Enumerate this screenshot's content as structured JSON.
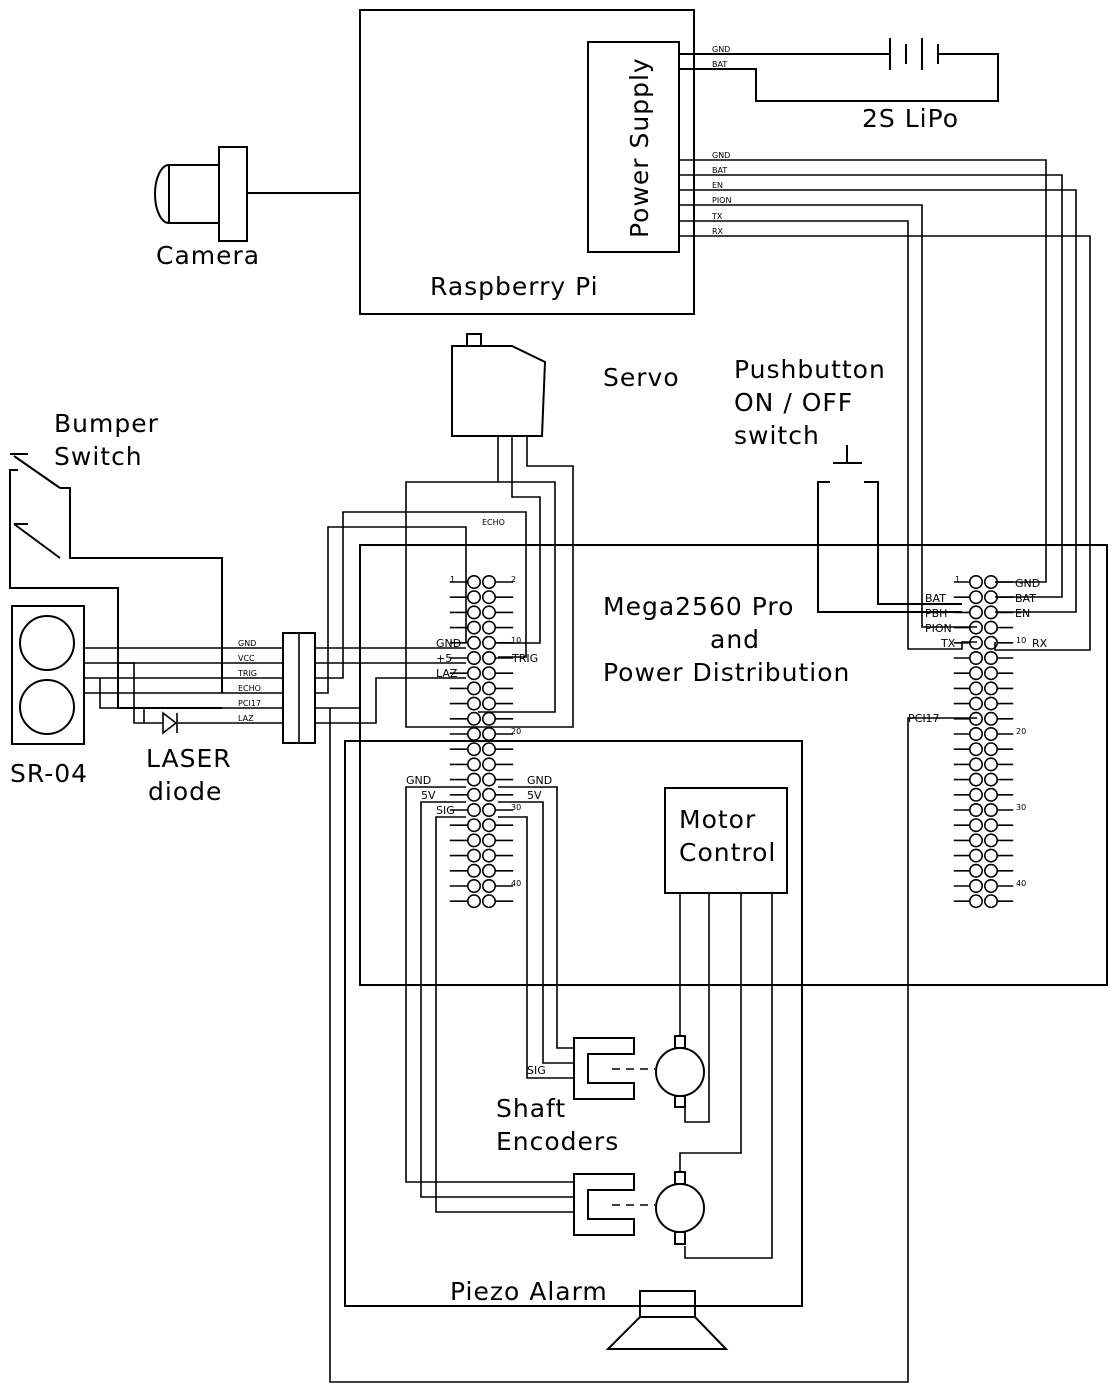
{
  "labels": {
    "raspberry_pi": "Raspberry Pi",
    "power_supply": "Power Supply",
    "battery": "2S LiPo",
    "camera": "Camera",
    "servo": "Servo",
    "pushbutton": [
      "Pushbutton",
      "ON / OFF",
      "switch"
    ],
    "bumper": [
      "Bumper",
      "Switch"
    ],
    "sonar": "SR-04",
    "laser": [
      "LASER",
      "diode"
    ],
    "mega": [
      "Mega2560 Pro",
      "and",
      "Power Distribution"
    ],
    "motor_control": [
      "Motor",
      "Control"
    ],
    "encoders": [
      "Shaft",
      "Encoders"
    ],
    "piezo": "Piezo Alarm"
  },
  "ps_battery_pins": [
    "GND",
    "BAT"
  ],
  "ps_pins": [
    "GND",
    "BAT",
    "EN",
    "PION",
    "TX",
    "RX"
  ],
  "sonar_connector_pins": [
    "GND",
    "VCC",
    "TRIG",
    "ECHO",
    "PCI17",
    "LAZ"
  ],
  "left_header": {
    "numbers": [
      "1",
      "2",
      "10",
      "20",
      "30",
      "40"
    ],
    "pins_left": [
      "GND",
      "+5",
      "LAZ"
    ],
    "pin_right": "TRIG",
    "echo": "ECHO",
    "encoder_left": [
      "GND",
      "5V",
      "SIG"
    ],
    "encoder_right": [
      "GND",
      "5V"
    ]
  },
  "right_header": {
    "numbers": [
      "1",
      "10",
      "20",
      "30",
      "40"
    ],
    "pins_left": [
      "BAT",
      "PBH",
      "PION",
      "TX"
    ],
    "pins_right": [
      "GND",
      "BAT",
      "EN",
      "RX"
    ],
    "pci": "PCI17"
  },
  "encoder_sig": "SIG"
}
